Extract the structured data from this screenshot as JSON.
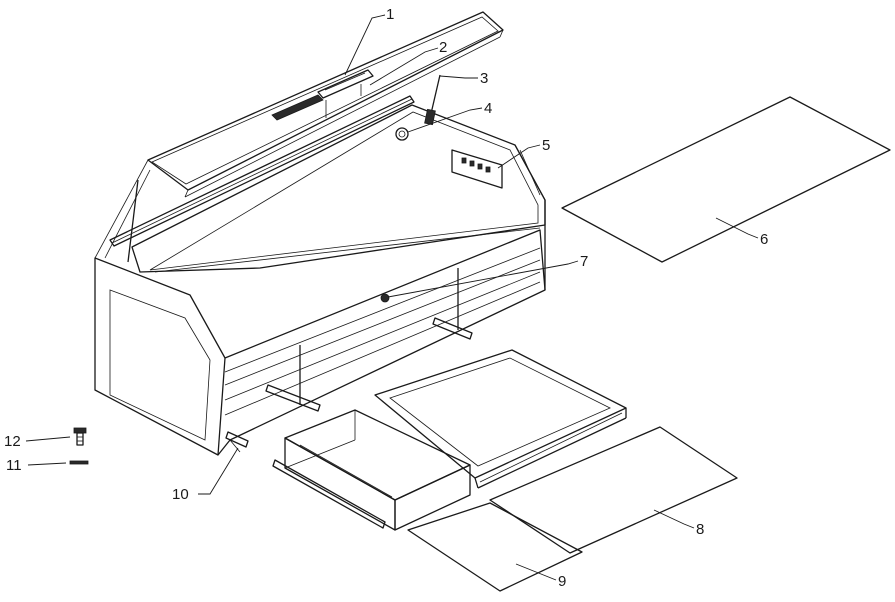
{
  "diagram": {
    "callouts": [
      {
        "id": "1",
        "text": "1"
      },
      {
        "id": "2",
        "text": "2"
      },
      {
        "id": "3",
        "text": "3"
      },
      {
        "id": "4",
        "text": "4"
      },
      {
        "id": "5",
        "text": "5"
      },
      {
        "id": "6",
        "text": "6"
      },
      {
        "id": "7",
        "text": "7"
      },
      {
        "id": "8",
        "text": "8"
      },
      {
        "id": "9",
        "text": "9"
      },
      {
        "id": "10",
        "text": "10"
      },
      {
        "id": "11",
        "text": "11"
      },
      {
        "id": "12",
        "text": "12"
      }
    ]
  },
  "colors": {
    "line": "#1a1a1a",
    "background": "#ffffff"
  }
}
